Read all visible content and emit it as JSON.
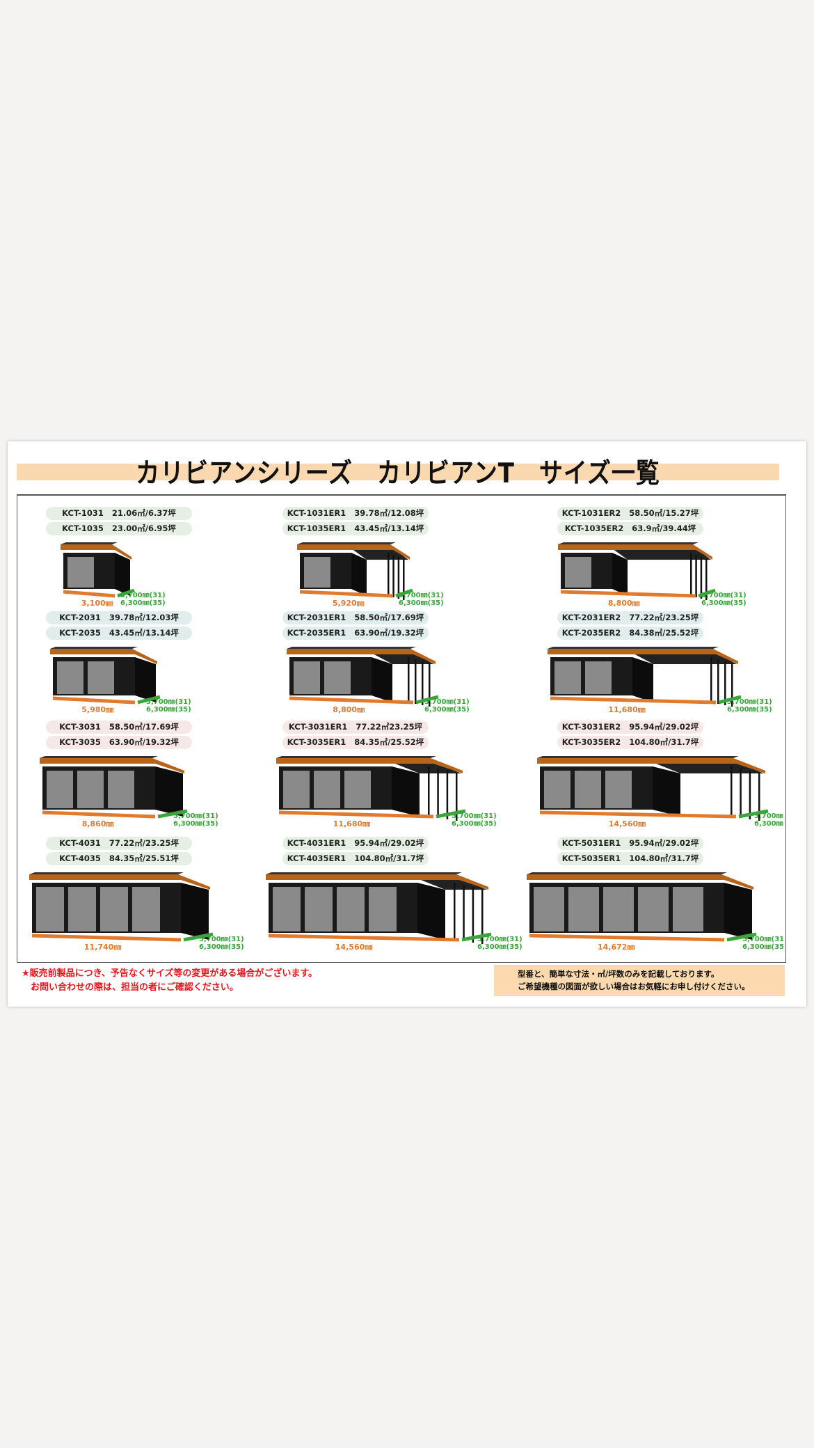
{
  "title": "カリビアンシリーズ　カリビアンT　サイズ一覧",
  "colors": {
    "roof": "#b8651c",
    "body": "#1a1a1a",
    "door": "#8a8a8a",
    "width_line": "#e07b2e",
    "depth_line": "#3aa53a",
    "pill_green": "#e6efe4",
    "pill_blue": "#e1ecec",
    "pill_pink": "#f5e8e6"
  },
  "depth_label_31": "5,700㎜(31)",
  "depth_label_35": "6,300㎜(35)",
  "cells": [
    {
      "pills": [
        {
          "model": "KCT-1031",
          "size": "21.06㎡/6.37坪"
        },
        {
          "model": "KCT-1035",
          "size": "23.00㎡/6.95坪"
        }
      ],
      "width": "3,100㎜",
      "doors": 1,
      "carport": 0,
      "tone": "green"
    },
    {
      "pills": [
        {
          "model": "KCT-1031ER1",
          "size": "39.78㎡/12.08坪"
        },
        {
          "model": "KCT-1035ER1",
          "size": "43.45㎡/13.14坪"
        }
      ],
      "width": "5,920㎜",
      "doors": 1,
      "carport": 1,
      "tone": "green"
    },
    {
      "pills": [
        {
          "model": "KCT-1031ER2",
          "size": "58.50㎡/15.27坪"
        },
        {
          "model": "KCT-1035ER2",
          "size": "63.9㎡/39.44坪"
        }
      ],
      "width": "8,800㎜",
      "doors": 1,
      "carport": 2,
      "tone": "green"
    },
    {
      "pills": [
        {
          "model": "KCT-2031",
          "size": "39.78㎡/12.03坪"
        },
        {
          "model": "KCT-2035",
          "size": "43.45㎡/13.14坪"
        }
      ],
      "width": "5,980㎜",
      "doors": 2,
      "carport": 0,
      "tone": "blue"
    },
    {
      "pills": [
        {
          "model": "KCT-2031ER1",
          "size": "58.50㎡/17.69坪"
        },
        {
          "model": "KCT-2035ER1",
          "size": "63.90㎡/19.32坪"
        }
      ],
      "width": "8,800㎜",
      "doors": 2,
      "carport": 1,
      "tone": "blue"
    },
    {
      "pills": [
        {
          "model": "KCT-2031ER2",
          "size": "77.22㎡/23.25坪"
        },
        {
          "model": "KCT-2035ER2",
          "size": "84.38㎡/25.52坪"
        }
      ],
      "width": "11,680㎜",
      "doors": 2,
      "carport": 2,
      "tone": "blue"
    },
    {
      "pills": [
        {
          "model": "KCT-3031",
          "size": "58.50㎡/17.69坪"
        },
        {
          "model": "KCT-3035",
          "size": "63.90㎡/19.32坪"
        }
      ],
      "width": "8,860㎜",
      "doors": 3,
      "carport": 0,
      "tone": "pink"
    },
    {
      "pills": [
        {
          "model": "KCT-3031ER1",
          "size": "77.22㎡23.25坪"
        },
        {
          "model": "KCT-3035ER1",
          "size": "84.35㎡/25.52坪"
        }
      ],
      "width": "11,680㎜",
      "doors": 3,
      "carport": 1,
      "tone": "pink"
    },
    {
      "pills": [
        {
          "model": "KCT-3031ER2",
          "size": "95.94㎡/29.02坪"
        },
        {
          "model": "KCT-3035ER2",
          "size": "104.80㎡/31.7坪"
        }
      ],
      "width": "14,560㎜",
      "doors": 3,
      "carport": 2,
      "tone": "pink"
    },
    {
      "pills": [
        {
          "model": "KCT-4031",
          "size": "77.22㎡/23.25坪"
        },
        {
          "model": "KCT-4035",
          "size": "84.35㎡/25.51坪"
        }
      ],
      "width": "11,740㎜",
      "doors": 4,
      "carport": 0,
      "tone": "green"
    },
    {
      "pills": [
        {
          "model": "KCT-4031ER1",
          "size": "95.94㎡/29.02坪"
        },
        {
          "model": "KCT-4035ER1",
          "size": "104.80㎡/31.7坪"
        }
      ],
      "width": "14,560㎜",
      "doors": 4,
      "carport": 1,
      "tone": "green"
    },
    {
      "pills": [
        {
          "model": "KCT-5031ER1",
          "size": "95.94㎡/29.02坪"
        },
        {
          "model": "KCT-5035ER1",
          "size": "104.80㎡/31.7坪"
        }
      ],
      "width": "14,672㎜",
      "doors": 5,
      "carport": 0,
      "tone": "green"
    }
  ],
  "notice": [
    "★販売前製品につき、予告なくサイズ等の変更がある場合がございます。",
    "お問い合わせの際は、担当の者にご確認ください。"
  ],
  "info": [
    "型番と、簡単な寸法・㎡/坪数のみを記載しております。",
    "ご希望機種の図面が欲しい場合はお気軽にお申し付けください。"
  ]
}
